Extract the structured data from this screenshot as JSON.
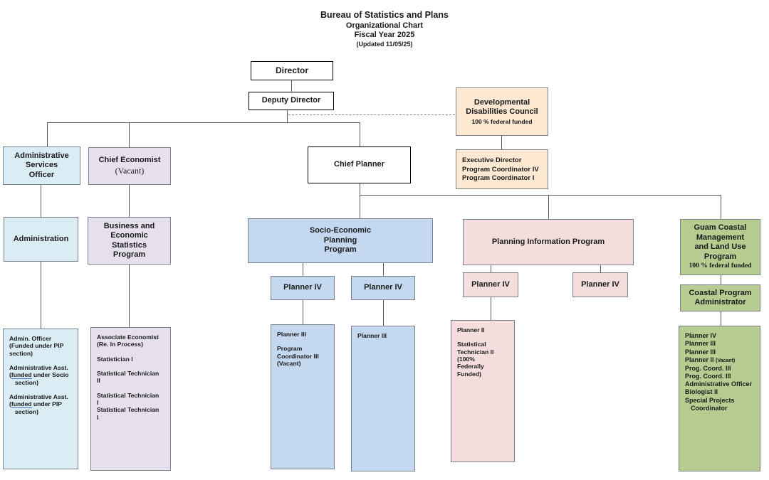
{
  "title": {
    "line1": "Bureau of Statistics and Plans",
    "line2": "Organizational Chart",
    "line3": "Fiscal Year 2025",
    "line4": "(Updated 11/05/25)"
  },
  "colors": {
    "light_blue": "#daedf4",
    "lavender": "#e6e0ec",
    "peach": "#fde9d2",
    "medium_blue": "#c4d9ef",
    "pink": "#f3dedd",
    "green": "#b6cc90",
    "box_border_gray": "#7b8089",
    "box_border_black": "#000000",
    "connector_gray": "#5a5a5a",
    "underline_blue": "#4472c4"
  },
  "nodes": {
    "director": {
      "label": "Director"
    },
    "deputy_director": {
      "label": "Deputy Director"
    },
    "developmental_disabilities_council": {
      "title_lines": [
        "Developmental",
        "Disabilities Council"
      ],
      "note": "100 % federal funded"
    },
    "ddc_staff": {
      "lines": [
        "Executive Director",
        "Program Coordinator IV",
        "Program Coordinator I"
      ]
    },
    "administrative_services_officer": {
      "label_lines": [
        "Administrative",
        "Services",
        "Officer"
      ]
    },
    "chief_economist": {
      "label": "Chief Economist",
      "vacancy": "(Vacant)"
    },
    "chief_planner": {
      "label": "Chief Planner"
    },
    "administration": {
      "label": "Administration"
    },
    "business_economic_statistics_program": {
      "label_lines": [
        "Business and",
        "Economic",
        "Statistics",
        "Program"
      ]
    },
    "socio_economic_planning_program": {
      "label_lines": [
        "Socio-Economic",
        "Planning",
        "Program"
      ]
    },
    "planning_information_program": {
      "label": "Planning Information Program"
    },
    "guam_coastal_program": {
      "title_lines": [
        "Guam Coastal",
        "Management",
        "and Land Use",
        "Program"
      ],
      "note": "100 % federal funded"
    },
    "coastal_program_administrator": {
      "label_lines": [
        "Coastal Program",
        "Administrator"
      ]
    },
    "sepp_planner_iv_left": {
      "label": "Planner IV"
    },
    "sepp_planner_iv_right": {
      "label": "Planner IV"
    },
    "pip_planner_iv_left": {
      "label": "Planner IV"
    },
    "pip_planner_iv_right": {
      "label": "Planner IV"
    },
    "admin_staff": {
      "lines": [
        "Admin. Officer",
        "(Funded under PIP",
        "section)",
        "",
        "Administrative Asst.",
        {
          "segments": [
            {
              "t": "("
            },
            {
              "t": "funded",
              "u": true
            },
            {
              "t": " under Socio"
            }
          ]
        },
        {
          "segments": [
            {
              "t": "section)"
            }
          ],
          "indent": true
        },
        "",
        "Administrative Asst.",
        {
          "segments": [
            {
              "t": "("
            },
            {
              "t": "funded",
              "u": true
            },
            {
              "t": " under PIP"
            }
          ]
        },
        {
          "segments": [
            {
              "t": "section)"
            }
          ],
          "indent": true
        }
      ]
    },
    "besp_staff": {
      "lines": [
        "Associate Economist",
        "(Re. In Process)",
        "",
        "Statistician I",
        "",
        "Statistical Technician",
        "II",
        "",
        "Statistical Technician",
        "I",
        "Statistical Technician",
        "I"
      ]
    },
    "sepp_staff_left": {
      "lines": [
        "Planner III",
        "",
        "Program",
        "Coordinator III",
        "(Vacant)"
      ]
    },
    "sepp_staff_right": {
      "lines": [
        "Planner III"
      ]
    },
    "pip_staff": {
      "lines": [
        "Planner II",
        "",
        "Statistical",
        "Technician II",
        "(100%",
        "Federally",
        "Funded)"
      ]
    },
    "coastal_staff": {
      "lines": [
        "Planner IV",
        "Planner III",
        "Planner III",
        {
          "segments": [
            {
              "t": "Planner II "
            },
            {
              "t": "(Vacant)",
              "small": true
            }
          ]
        },
        "Prog. Coord. III",
        "Prog. Coord. III",
        "Administrative Officer",
        "Biologist II",
        "Special Projects",
        {
          "segments": [
            {
              "t": "Coordinator"
            }
          ],
          "indent": true
        }
      ]
    }
  }
}
